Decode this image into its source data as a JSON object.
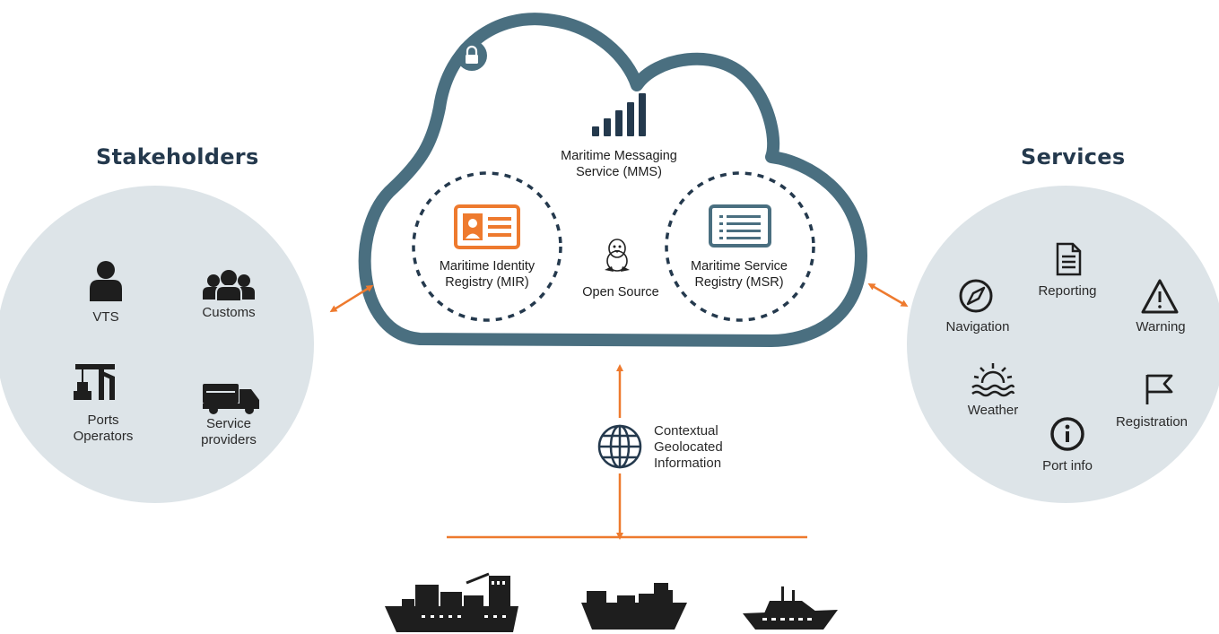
{
  "stakeholders": {
    "title": "Stakeholders",
    "items": {
      "vts": "VTS",
      "customs": "Customs",
      "ports_line1": "Ports",
      "ports_line2": "Operators",
      "service_line1": "Service",
      "service_line2": "providers"
    }
  },
  "services": {
    "title": "Services",
    "items": {
      "navigation": "Navigation",
      "reporting": "Reporting",
      "warning": "Warning",
      "weather": "Weather",
      "registration": "Registration",
      "port_info": "Port info"
    }
  },
  "cloud": {
    "mms_line1": "Maritime Messaging",
    "mms_line2": "Service (MMS)",
    "mir_line1": "Maritime Identity",
    "mir_line2": "Registry (MIR)",
    "msr_line1": "Maritime Service",
    "msr_line2": "Registry (MSR)",
    "open_source": "Open Source"
  },
  "connector": {
    "line1": "Contextual",
    "line2": "Geolocated",
    "line3": "Information"
  },
  "colors": {
    "cloud_stroke": "#4a6f80",
    "orange": "#ee7a2e",
    "circle_fill": "#dde4e8",
    "heading": "#24394d",
    "icon": "#1e1e1e"
  },
  "icons": [
    "lock-icon",
    "signal-bars-icon",
    "id-card-icon",
    "linux-penguin-icon",
    "list-icon",
    "person-icon",
    "group-icon",
    "crane-icon",
    "truck-icon",
    "compass-icon",
    "document-icon",
    "warning-icon",
    "weather-icon",
    "flag-icon",
    "info-icon",
    "globe-icon",
    "cargo-ship-icon",
    "container-ship-icon",
    "yacht-icon"
  ]
}
